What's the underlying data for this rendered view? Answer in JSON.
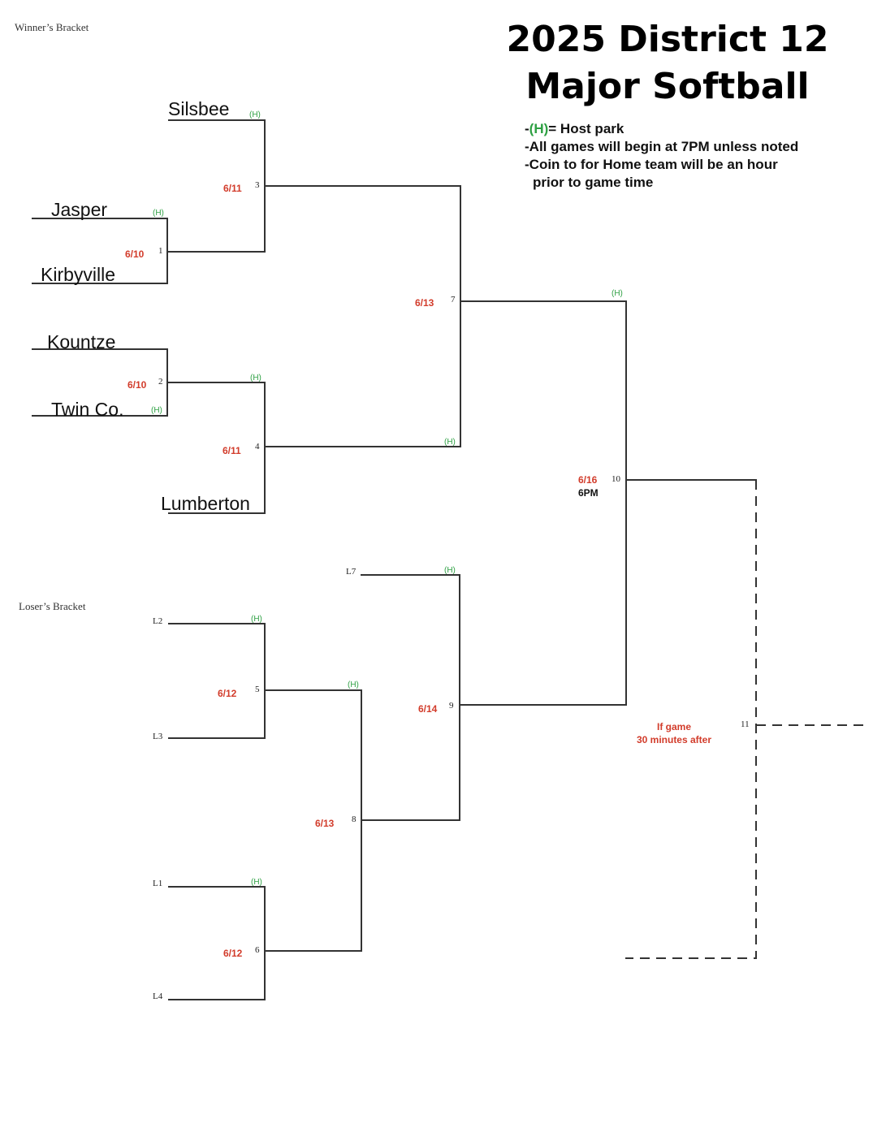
{
  "title": {
    "line1": "2025 District 12",
    "line2": "Major Softball"
  },
  "sections": {
    "winners": "Winner’s Bracket",
    "losers": "Loser’s Bracket"
  },
  "legend": {
    "item1_host": "(H)",
    "item1_text": "= Host park",
    "item2": "All games will begin at 7PM unless noted",
    "item3_line1": "Coin to for Home team will be an hour",
    "item3_line2": "prior to game time"
  },
  "host_marker": "(H)",
  "teams": {
    "silsbee": "Silsbee",
    "jasper": "Jasper",
    "kirbyville": "Kirbyville",
    "kountze": "Kountze",
    "twin_co": "Twin Co.",
    "lumberton": "Lumberton"
  },
  "loser_slots": {
    "l1": "L1",
    "l2": "L2",
    "l3": "L3",
    "l4": "L4",
    "l7": "L7"
  },
  "games": {
    "g1": {
      "num": "1",
      "date": "6/10"
    },
    "g2": {
      "num": "2",
      "date": "6/10"
    },
    "g3": {
      "num": "3",
      "date": "6/11"
    },
    "g4": {
      "num": "4",
      "date": "6/11"
    },
    "g5": {
      "num": "5",
      "date": "6/12"
    },
    "g6": {
      "num": "6",
      "date": "6/12"
    },
    "g7": {
      "num": "7",
      "date": "6/13"
    },
    "g8": {
      "num": "8",
      "date": "6/13"
    },
    "g9": {
      "num": "9",
      "date": "6/14"
    },
    "g10": {
      "num": "10",
      "date": "6/16",
      "time": "6PM"
    },
    "g11": {
      "num": "11",
      "note_line1": "If game",
      "note_line2": "30 minutes after"
    }
  },
  "colors": {
    "host": "#2ea043",
    "date": "#d23c2b",
    "line": "#333333"
  }
}
